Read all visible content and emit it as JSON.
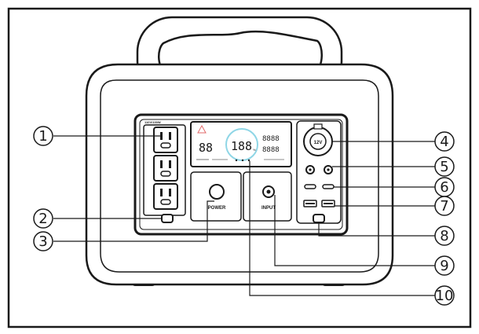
{
  "callouts": [
    {
      "number": "1"
    },
    {
      "number": "2"
    },
    {
      "number": "3"
    },
    {
      "number": "4"
    },
    {
      "number": "5"
    },
    {
      "number": "6"
    },
    {
      "number": "7"
    },
    {
      "number": "8"
    },
    {
      "number": "9"
    },
    {
      "number": "10"
    }
  ],
  "device": {
    "ac_header": "110V/100W",
    "power_label": "POWER",
    "input_label": "INPUT",
    "socket_label": "12V",
    "lcd": {
      "left_digits": "88",
      "center_digits": "188",
      "center_unit": "%",
      "right_top_digits": "8888",
      "right_bottom_digits": "8888"
    }
  },
  "colors": {
    "line": "#1a1a1a",
    "lcd_highlight": "#8fd6e6",
    "warning": "#e26a6a"
  }
}
